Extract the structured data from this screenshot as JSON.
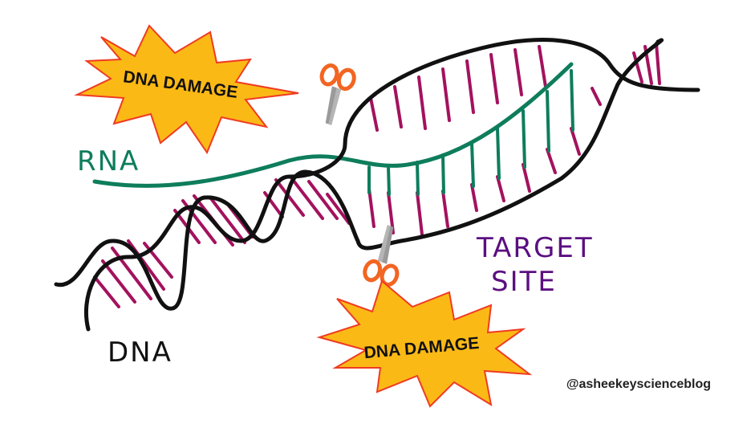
{
  "labels": {
    "rna": "RNA",
    "dna": "DNA",
    "target_line1": "TARGET",
    "target_line2": "SITE",
    "damage_top": "DNA DAMAGE",
    "damage_bottom": "DNA DAMAGE",
    "credit": "@asheekeyscienceblog"
  },
  "colors": {
    "dna_backbone": "#111111",
    "base_pairs": "#a3125e",
    "rna_strand": "#0e7d5c",
    "target_label": "#5b0f80",
    "burst_fill": "#fbb916",
    "burst_stroke": "#ef3b23",
    "scissors_handle": "#f26522",
    "scissors_blade": "#9a9a9a"
  },
  "icons": [
    "scissors-icon",
    "scissors-icon"
  ]
}
